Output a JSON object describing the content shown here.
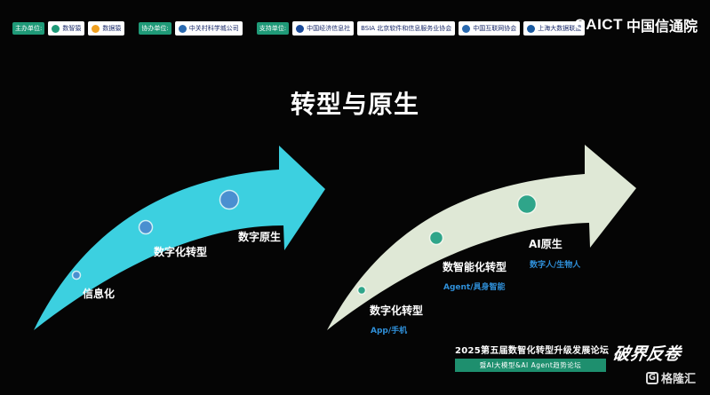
{
  "sponsors": {
    "host_label": "主办单位:",
    "host_orgs": [
      "数智猿",
      "数据猿"
    ],
    "co_label": "协办单位:",
    "co_orgs": [
      "中关村科学城公司"
    ],
    "support_label": "支持单位:",
    "support_orgs": [
      "中国经济信息社",
      "BSIA 北京软件和信息服务业协会",
      "中国互联网协会",
      "上海大数据联盟"
    ]
  },
  "brand": {
    "latin": "CAICT",
    "chinese": "中国信通院"
  },
  "title": "转型与原生",
  "left_arrow": {
    "stages": [
      {
        "label": "信息化"
      },
      {
        "label": "数字化转型"
      },
      {
        "label": "数字原生"
      }
    ]
  },
  "right_arrow": {
    "stages": [
      {
        "label": "数字化转型",
        "sub": "App/手机"
      },
      {
        "label": "数智能化转型",
        "sub": "Agent/具身智能"
      },
      {
        "label": "AI原生",
        "sub": "数字人/生物人"
      }
    ]
  },
  "footer": {
    "forum_title": "2025第五届数智化转型升级发展论坛",
    "forum_subtitle": "暨AI大模型&AI Agent趋势论坛",
    "slogan": "破界反卷",
    "watermark": "格隆汇",
    "watermark_icon": "G"
  },
  "colors": {
    "left_arrow": "#3cd0e0",
    "right_arrow": "#dfe8d6",
    "node_left": "#4a8fd0",
    "node_right": "#2fa58a",
    "sub_text": "#2f8fd8",
    "accent_green": "#1e8f6e"
  }
}
